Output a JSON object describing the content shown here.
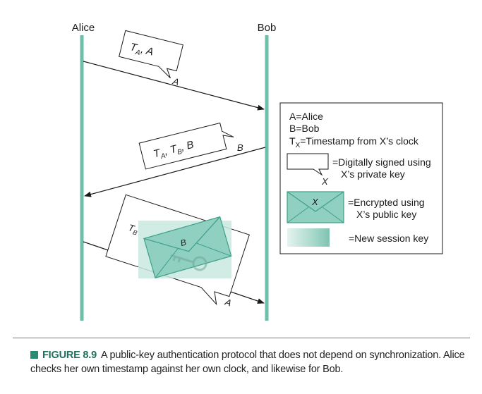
{
  "participants": {
    "alice": "Alice",
    "bob": "Bob"
  },
  "messages": {
    "msg1": {
      "content": "T_A, A",
      "signer": "A"
    },
    "msg2": {
      "content": "T_A, T_B, B",
      "signer": "B"
    },
    "msg3": {
      "timestamp": "T_B",
      "envelope_label": "B",
      "signer": "A"
    }
  },
  "legend": {
    "line1": "A=Alice",
    "line2": "B=Bob",
    "line3_prefix": "T",
    "line3_sub": "X",
    "line3_suffix": "=Timestamp from X’s clock",
    "signed_symbol": "X",
    "signed_line1": "=Digitally signed using",
    "signed_line2": "X’s private key",
    "encrypted_symbol": "X",
    "encrypted_line1": "=Encrypted using",
    "encrypted_line2": "X’s public key",
    "session_key": "=New session key"
  },
  "caption": {
    "label": "FIGURE 8.9",
    "text": "A public-key authentication protocol that does not depend on synchronization. Alice checks her own timestamp against her own clock, and likewise for Bob."
  },
  "colors": {
    "lifeline": "#6dbfaa",
    "envelope_fill": "#8fd0c0",
    "envelope_stroke": "#3f9f8a",
    "session_key": "#a9d9cc",
    "caption_accent": "#1f6f5d"
  }
}
